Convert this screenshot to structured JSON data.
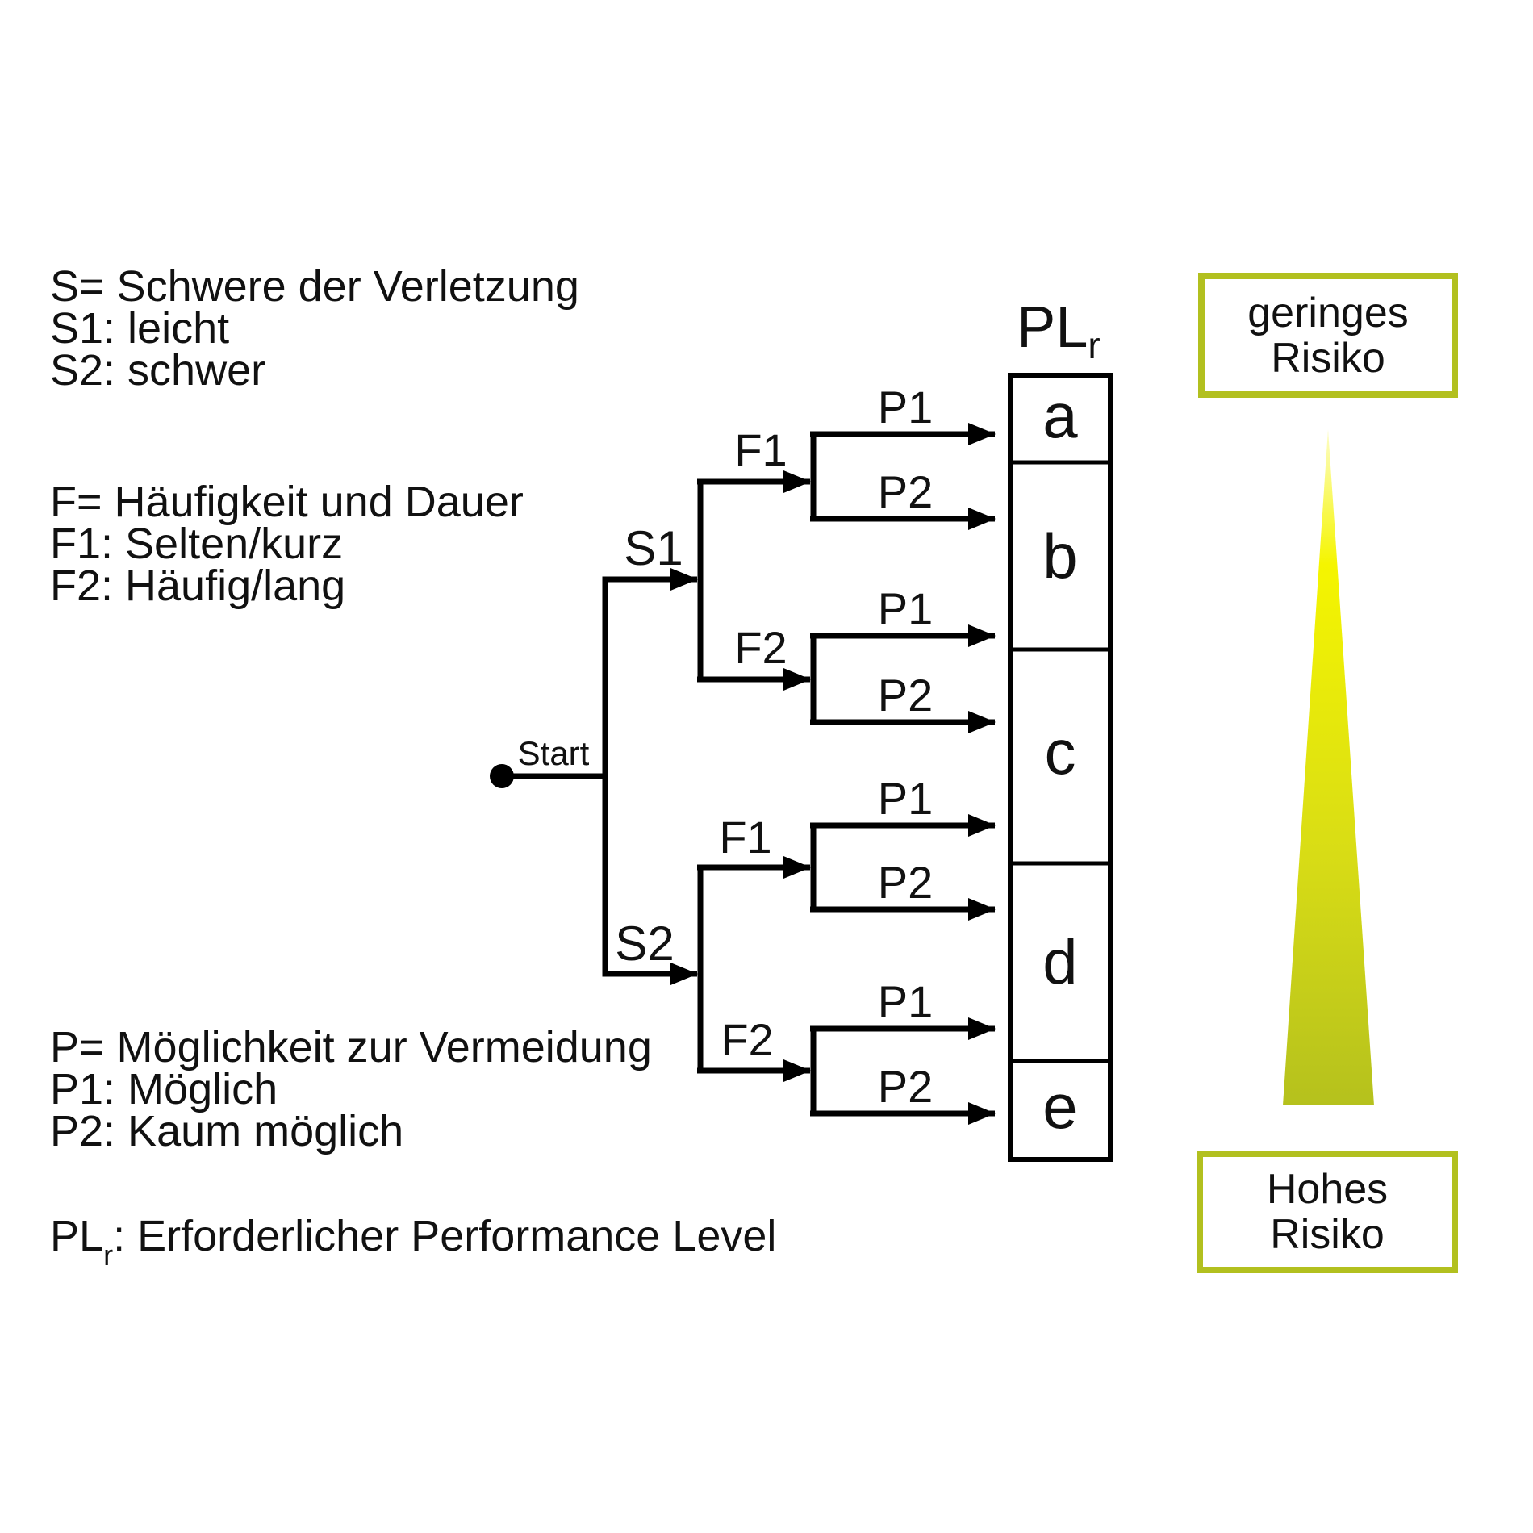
{
  "legend": {
    "s_lines": [
      "S= Schwere der Verletzung",
      "S1: leicht",
      "S2: schwer"
    ],
    "f_lines": [
      "F= Häufigkeit und Dauer",
      "F1: Selten/kurz",
      "F2: Häufig/lang"
    ],
    "p_lines": [
      "P= Möglichkeit zur Vermeidung",
      "P1: Möglich",
      "P2: Kaum möglich"
    ],
    "plr_note": {
      "main": "PL",
      "sub": "r",
      "rest": ": Erforderlicher Performance Level"
    }
  },
  "tree": {
    "start_label": "Start",
    "s_labels": [
      "S1",
      "S2"
    ],
    "f_labels": [
      "F1",
      "F2"
    ],
    "p_labels": [
      "P1",
      "P2"
    ]
  },
  "plr_column": {
    "header_main": "PL",
    "header_sub": "r",
    "levels": [
      "a",
      "b",
      "c",
      "d",
      "e"
    ]
  },
  "risk_scale": {
    "low_lines": [
      "geringes",
      "Risiko"
    ],
    "high_lines": [
      "Hohes",
      "Risiko"
    ],
    "box_border_color": "#b2c01f",
    "gradient_top": "#fdfdc8",
    "gradient_mid": "#f5f500",
    "gradient_lower_mid": "#d9dd15",
    "gradient_bottom": "#b5c11d",
    "line_color": "#000000"
  }
}
